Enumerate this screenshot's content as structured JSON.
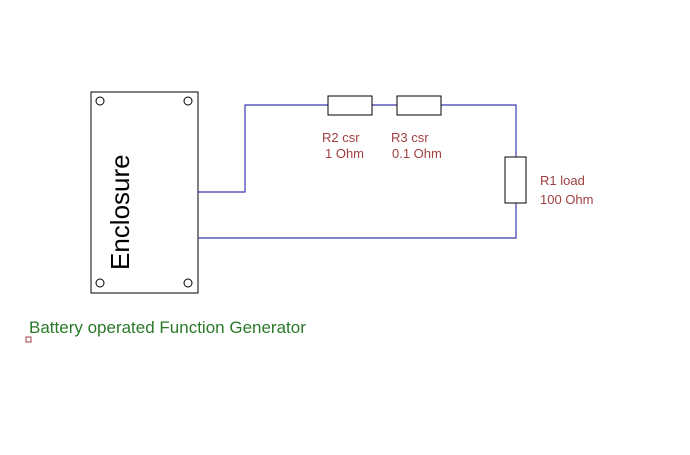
{
  "enclosure": {
    "label": "Enclosure"
  },
  "resistors": [
    {
      "designator": "R2 csr",
      "value": "1 Ohm"
    },
    {
      "designator": "R3 csr",
      "value": "0.1 Ohm"
    },
    {
      "designator": "R1 load",
      "value": "100 Ohm"
    }
  ],
  "caption": "Battery operated Function Generator",
  "colors": {
    "wire": "#3a3ab0",
    "label": "#a04040",
    "caption": "#2a7a2a"
  }
}
